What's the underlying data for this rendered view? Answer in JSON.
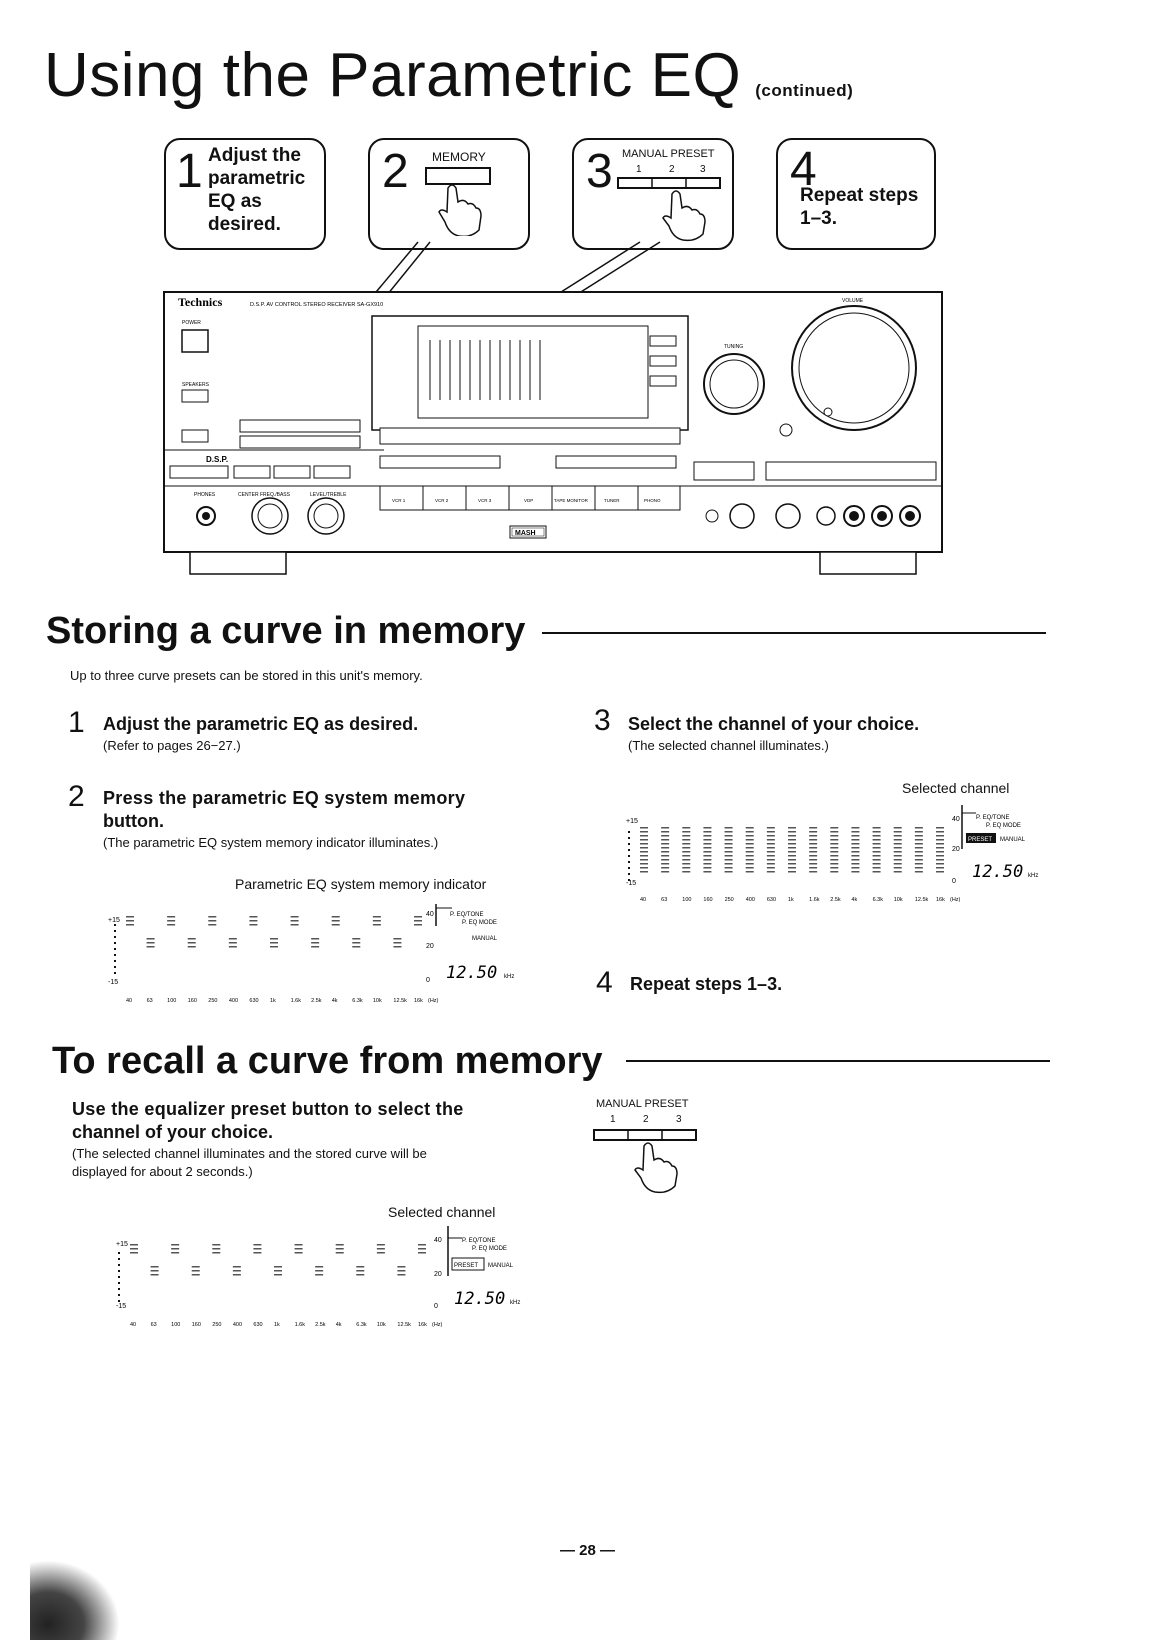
{
  "title": "Using the Parametric EQ",
  "title_cont": "(continued)",
  "steps_top": [
    {
      "num": "1",
      "text": "Adjust the parametric EQ as desired."
    },
    {
      "num": "2",
      "label": "MEMORY"
    },
    {
      "num": "3",
      "label": "MANUAL PRESET",
      "keys": [
        "1",
        "2",
        "3"
      ]
    },
    {
      "num": "4",
      "text": "Repeat steps 1–3."
    }
  ],
  "device": {
    "brand": "Technics",
    "model_text": "D.S.P. AV CONTROL STEREO RECEIVER SA-GX910",
    "power_label": "POWER",
    "speakers_label": "SPEAKERS",
    "dsp_label": "D.S.P.",
    "phones_label": "PHONES",
    "knob1_label": "CENTER FREQ./BASS",
    "knob2_label": "LEVEL/TREBLE",
    "volume_label": "VOLUME",
    "tuning_label": "TUNING",
    "mash_label": "MASH",
    "inputs": [
      "VCR 1",
      "VCR 2",
      "VCR 3",
      "VDP",
      "TAPE MONITOR",
      "TUNER",
      "PHONO"
    ]
  },
  "section1": {
    "heading": "Storing a curve in memory",
    "intro": "Up to three curve presets can be stored in this unit's memory.",
    "step1": {
      "num": "1",
      "head": "Adjust the parametric EQ as desired.",
      "sub": "(Refer to pages 26−27.)"
    },
    "step2": {
      "num": "2",
      "head_l1": "Press the parametric EQ system memory",
      "head_l2": "button.",
      "sub": "(The parametric EQ system memory indicator illuminates.)"
    },
    "step3": {
      "num": "3",
      "head": "Select the channel of your choice.",
      "sub": "(The selected channel illuminates.)"
    },
    "step4": {
      "num": "4",
      "head": "Repeat steps 1–3."
    },
    "indicator_label": "Parametric EQ system memory indicator",
    "channel_label": "Selected channel"
  },
  "section2": {
    "heading": "To recall a curve from memory",
    "head_l1": "Use the equalizer preset button to select the",
    "head_l2": "channel of your choice.",
    "sub_l1": "(The selected channel illuminates and the stored curve will be",
    "sub_l2": "displayed for about 2 seconds.)",
    "channel_label": "Selected channel",
    "preset_label": "MANUAL PRESET",
    "keys": [
      "1",
      "2",
      "3"
    ]
  },
  "display": {
    "freqs": [
      "40",
      "63",
      "100",
      "160",
      "250",
      "400",
      "630",
      "1k",
      "1.6k",
      "2.5k",
      "4k",
      "6.3k",
      "10k",
      "12.5k",
      "16k"
    ],
    "hz_unit": "(Hz)",
    "left_top": "+15",
    "left_bottom": "-15",
    "right_top": "40",
    "right_mid": "20",
    "right_bottom": "0",
    "mode_line1": "P. EQ/TONE",
    "mode_line2": "P. EQ MODE",
    "manual": "MANUAL",
    "preset": "PRESET",
    "readout": "12.50",
    "khz": "kHz"
  },
  "page_number": "— 28 —"
}
